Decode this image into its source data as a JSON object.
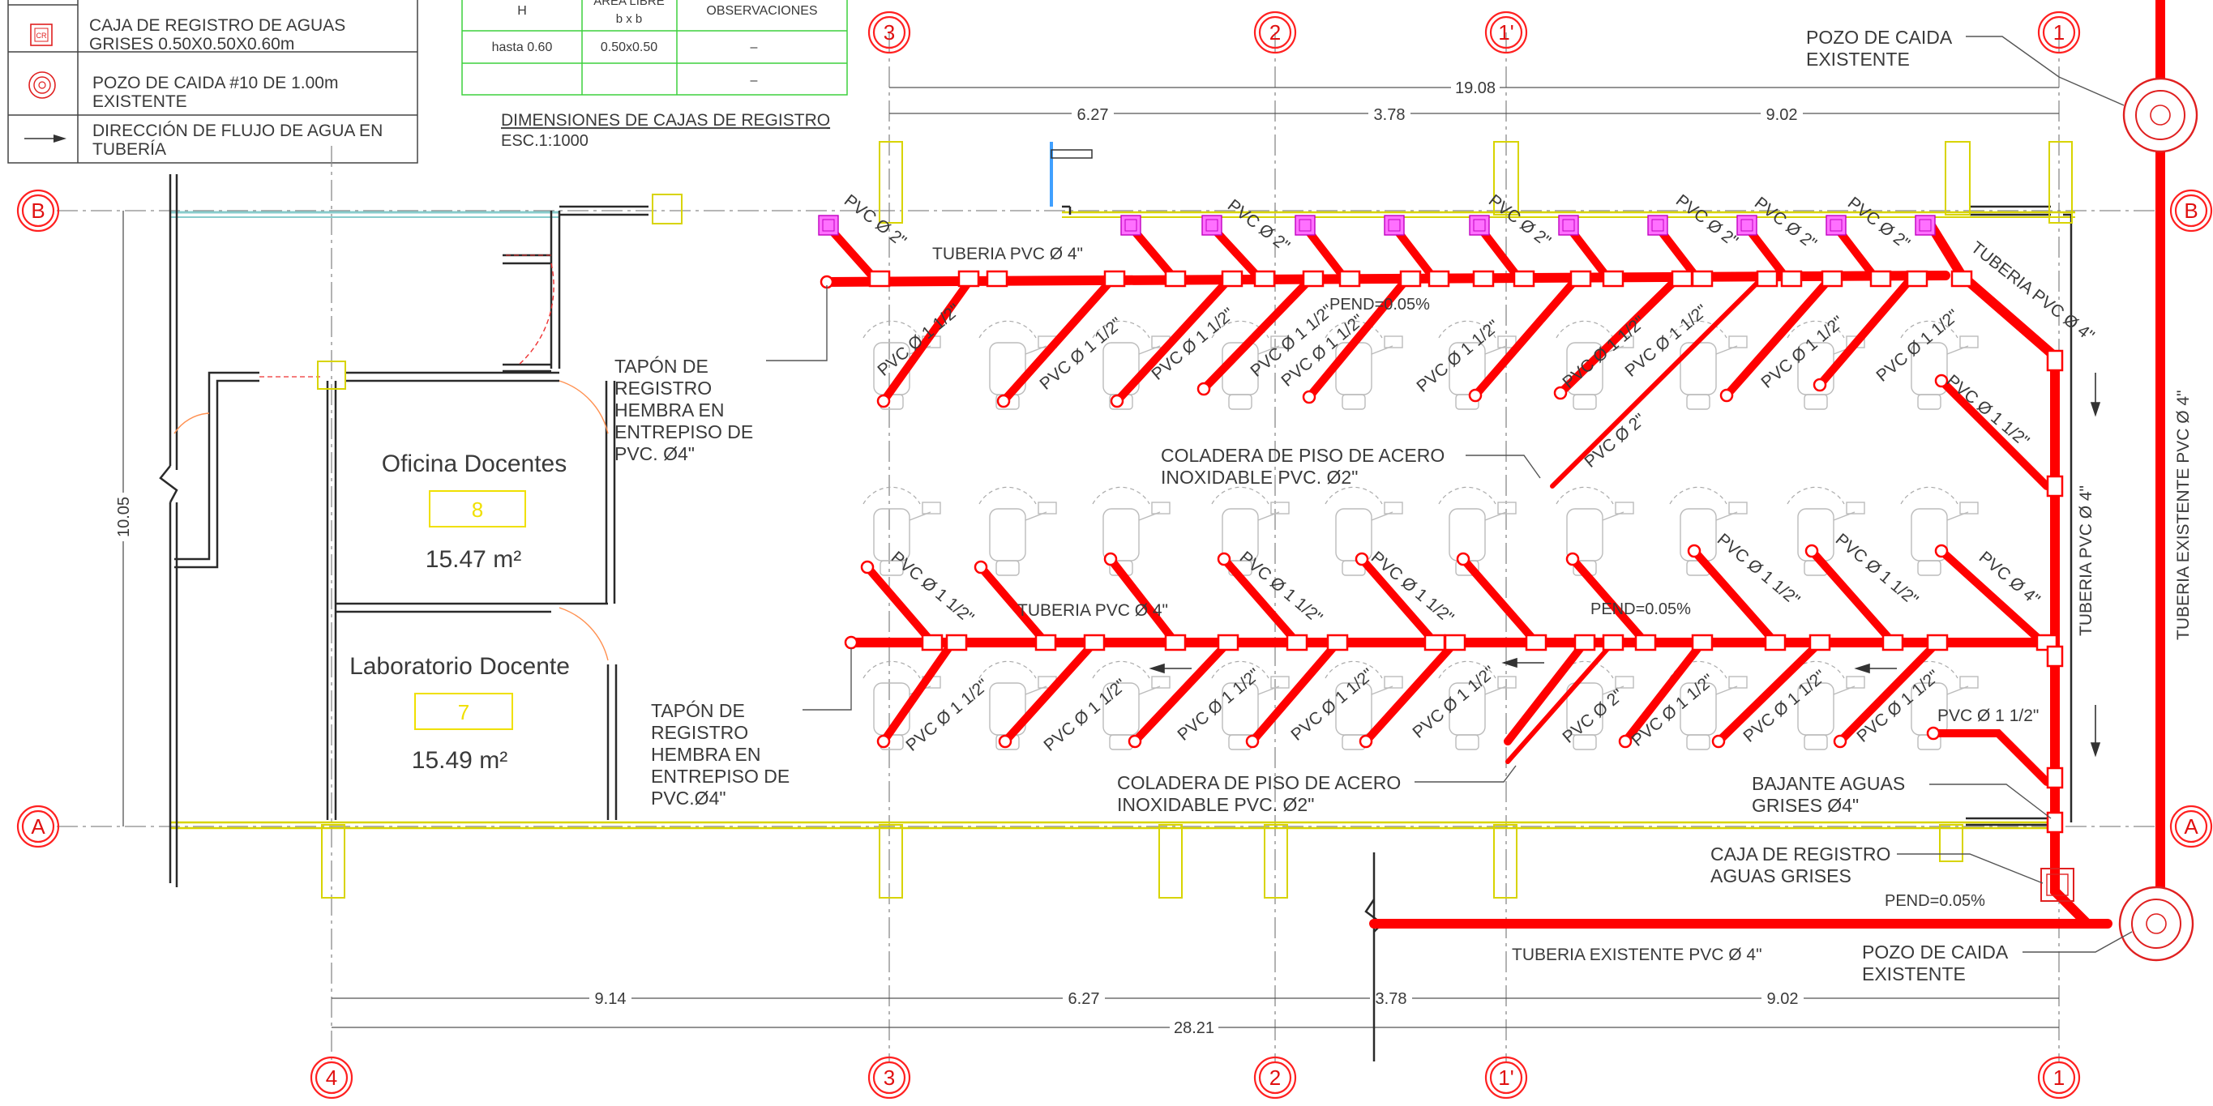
{
  "colors": {
    "pipe": "#ff0000",
    "grid_bubble": "#e01010",
    "room_tag": "#f0e000",
    "table_border": "#3dd13d",
    "registro_box": "#ff70ff"
  },
  "legend": {
    "items": [
      {
        "icon": "caja-registro-icon",
        "text_1": "CAJA DE REGISTRO DE AGUAS",
        "text_2": "GRISES 0.50X0.50X0.60m",
        "symbol": "CR"
      },
      {
        "icon": "pozo-icon",
        "text_1": "POZO DE CAIDA #10 DE 1.00m",
        "text_2": "EXISTENTE"
      },
      {
        "icon": "flow-arrow-icon",
        "text_1": "DIRECCIÓN DE FLUJO DE AGUA EN",
        "text_2": "TUBERÍA"
      }
    ]
  },
  "box_table": {
    "headers": [
      "H",
      "AREA LIBRE",
      "b x b",
      "OBSERVACIONES"
    ],
    "rows": [
      [
        "hasta 0.60",
        "0.50x0.50",
        "–"
      ],
      [
        "",
        "",
        "–"
      ]
    ],
    "title": "DIMENSIONES DE CAJAS DE REGISTRO",
    "scale": "ESC.1:1000"
  },
  "grid": {
    "columns": [
      "4",
      "3",
      "2",
      "1'",
      "1"
    ],
    "rows": [
      "B",
      "A"
    ]
  },
  "dimensions": {
    "top_total": "19.08",
    "top_segments": [
      "6.27",
      "3.78",
      "9.02"
    ],
    "bottom_segments": [
      "9.14",
      "6.27",
      "3.78",
      "9.02"
    ],
    "bottom_total": "28.21",
    "left_vertical": "10.05"
  },
  "rooms": [
    {
      "name": "Oficina Docentes",
      "tag": "8",
      "area": "15.47 m²"
    },
    {
      "name": "Laboratorio Docente",
      "tag": "7",
      "area": "15.49 m²"
    }
  ],
  "labels": {
    "pozo_top_1": "POZO DE CAIDA",
    "pozo_top_2": "EXISTENTE",
    "pozo_bot_1": "POZO DE CAIDA",
    "pozo_bot_2": "EXISTENTE",
    "tapon_top": [
      "TAPÓN DE",
      "REGISTRO",
      "HEMBRA EN",
      "ENTREPISO DE",
      "PVC. Ø4\""
    ],
    "tapon_bot": [
      "TAPÓN DE",
      "REGISTRO",
      "HEMBRA EN",
      "ENTREPISO DE",
      "PVC.Ø4\""
    ],
    "coladera_top_1": "COLADERA DE PISO DE ACERO",
    "coladera_top_2": "INOXIDABLE  PVC. Ø2\"",
    "coladera_bot_1": "COLADERA DE PISO DE ACERO",
    "coladera_bot_2": "INOXIDABLE  PVC. Ø2\"",
    "bajante_1": "BAJANTE AGUAS",
    "bajante_2": "GRISES Ø4\"",
    "caja_1": "CAJA DE REGISTRO",
    "caja_2": "AGUAS GRISES",
    "tuberia_pvc_4_top": "TUBERIA PVC Ø 4\"",
    "tuberia_pvc_4_mid": "TUBERIA PVC Ø 4\"",
    "tuberia_pvc_4_diag": "TUBERIA PVC Ø 4\"",
    "tuberia_pvc_4_vert": "TUBERIA PVC Ø 4\"",
    "tuberia_existente_vert": "TUBERIA EXISTENTE PVC Ø 4\"",
    "tuberia_existente_bot": "TUBERIA EXISTENTE PVC Ø 4\"",
    "pend_top": "PEND=0.05%",
    "pend_mid": "PEND=0.05%",
    "pend_bot": "PEND=0.05%",
    "pvc_2": "PVC Ø 2\"",
    "pvc_112": "PVC Ø 1 1/2\"",
    "pvc_4": "PVC Ø 4\""
  }
}
